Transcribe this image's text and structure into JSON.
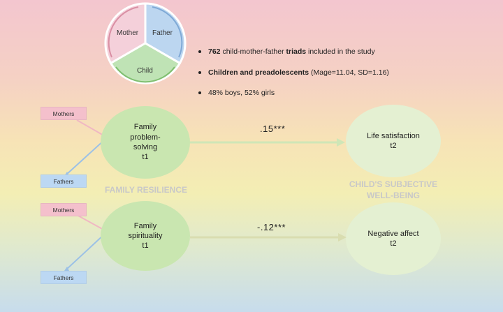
{
  "triad": {
    "mother_label": "Mother",
    "father_label": "Father",
    "child_label": "Child"
  },
  "bullets": [
    {
      "bold": "762",
      "text": " child-mother-father ",
      "bold2": "triads",
      "text2": " included in the study"
    },
    {
      "bold": "Children and preadolescents",
      "text": " (Mage=11.04, SD=1.16)",
      "bold2": "",
      "text2": ""
    },
    {
      "bold": "",
      "text": "48% boys, 52% girls",
      "bold2": "",
      "text2": ""
    }
  ],
  "raters": {
    "mothers_1": "Mothers",
    "fathers_1": "Fathers",
    "mothers_2": "Mothers",
    "fathers_2": "Fathers"
  },
  "nodes": {
    "problem_solving": "Family\nproblem-\nsolving\nt1",
    "spirituality": "Family\nspirituality\nt1",
    "life_satisfaction": "Life satisfaction\nt2",
    "negative_affect": "Negative affect\nt2"
  },
  "paths": {
    "coef_1": ".15***",
    "coef_2": "-.12***"
  },
  "sections": {
    "family_resilience": "FAMILY RESILIENCE",
    "subjective_wellbeing": "CHILD'S SUBJECTIVE\nWELL-BEING"
  },
  "colors": {
    "mother_segment": "#f4d0da",
    "father_segment": "#bcd6f0",
    "child_segment": "#bfe3b5",
    "predictor_node": "#c9e6b0",
    "outcome_node": "#e4f0d2",
    "arrow": "#cfe6b7"
  }
}
